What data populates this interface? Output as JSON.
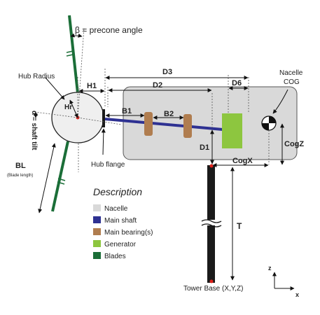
{
  "labels": {
    "precone": "β = precone angle",
    "hub_radius": "Hub Radius",
    "hr": "Hr",
    "shaft_tilt": "α = shaft tilt",
    "bl": "BL",
    "blade_length": "(Blade length)",
    "hub_flange": "Hub flange",
    "h1": "H1",
    "d3": "D3",
    "d2": "D2",
    "d6": "D6",
    "b1": "B1",
    "b2": "B2",
    "d1": "D1",
    "cogx": "CogX",
    "cogz": "CogZ",
    "nacelle_cog": "Nacelle COG",
    "t": "T",
    "tower_base": "Tower Base (X,Y,Z)",
    "axis_z": "z",
    "axis_x": "x"
  },
  "legend": {
    "title": "Description",
    "items": [
      {
        "label": "Nacelle",
        "color": "#d9d9d9"
      },
      {
        "label": "Main shaft",
        "color": "#2e3192"
      },
      {
        "label": "Main bearing(s)",
        "color": "#b07d4f"
      },
      {
        "label": "Generator",
        "color": "#8dc63f"
      },
      {
        "label": "Blades",
        "color": "#1b6e38"
      }
    ]
  },
  "colors": {
    "nacelle": "#d9d9d9",
    "shaft": "#2e3192",
    "bearing": "#b07d4f",
    "generator": "#8dc63f",
    "blade": "#1b6e38",
    "tower": "#1a1a1a",
    "point": "#e0211a"
  }
}
